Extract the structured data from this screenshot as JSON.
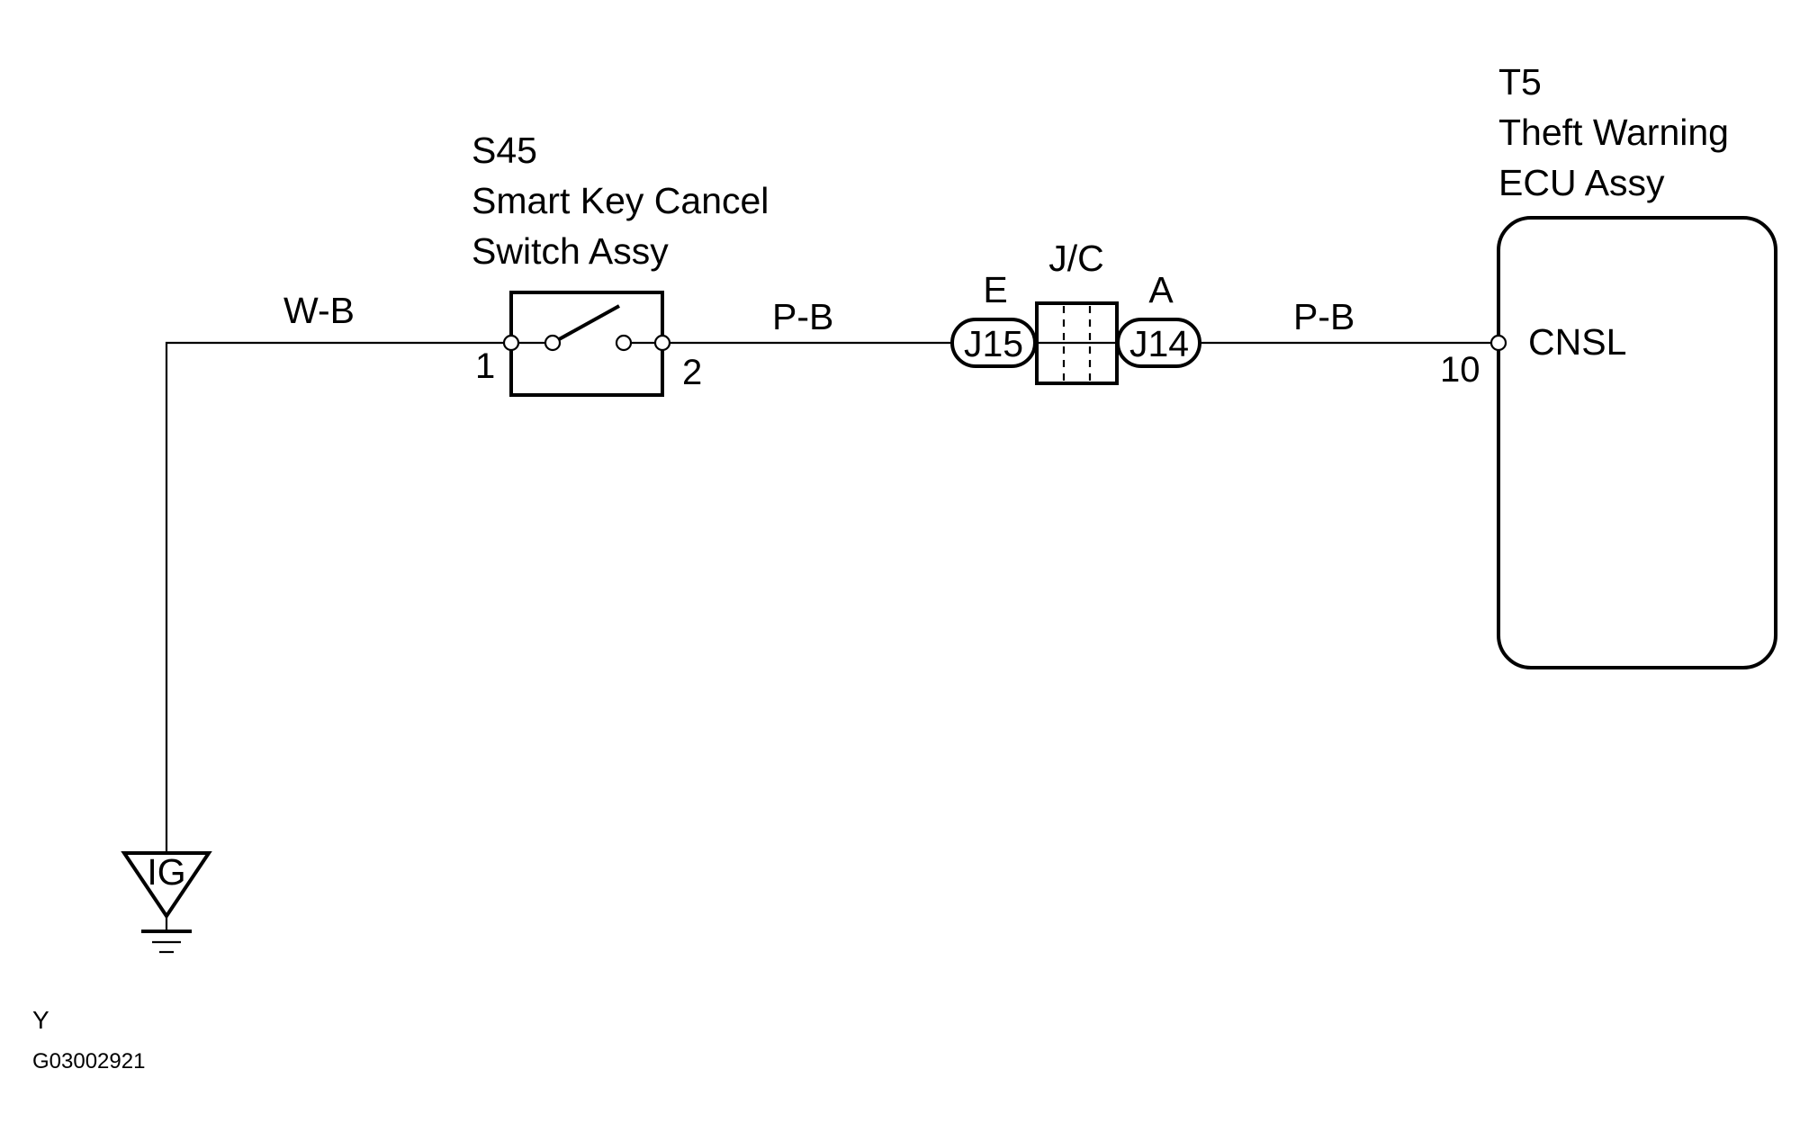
{
  "components": {
    "switch": {
      "id": "S45",
      "name_line1": "Smart Key Cancel",
      "name_line2": "Switch Assy",
      "pin1": "1",
      "pin2": "2"
    },
    "junction": {
      "name": "J/C",
      "left_connector": "J15",
      "left_letter": "E",
      "right_connector": "J14",
      "right_letter": "A"
    },
    "ecu": {
      "id": "T5",
      "name_line1": "Theft Warning",
      "name_line2": "ECU Assy",
      "terminal": "CNSL",
      "pin": "10"
    },
    "ground": {
      "label": "IG"
    }
  },
  "wires": {
    "ground_to_switch": "W-B",
    "switch_to_jc": "P-B",
    "jc_to_ecu": "P-B"
  },
  "footer": {
    "code": "Y",
    "figure_id": "G03002921"
  }
}
